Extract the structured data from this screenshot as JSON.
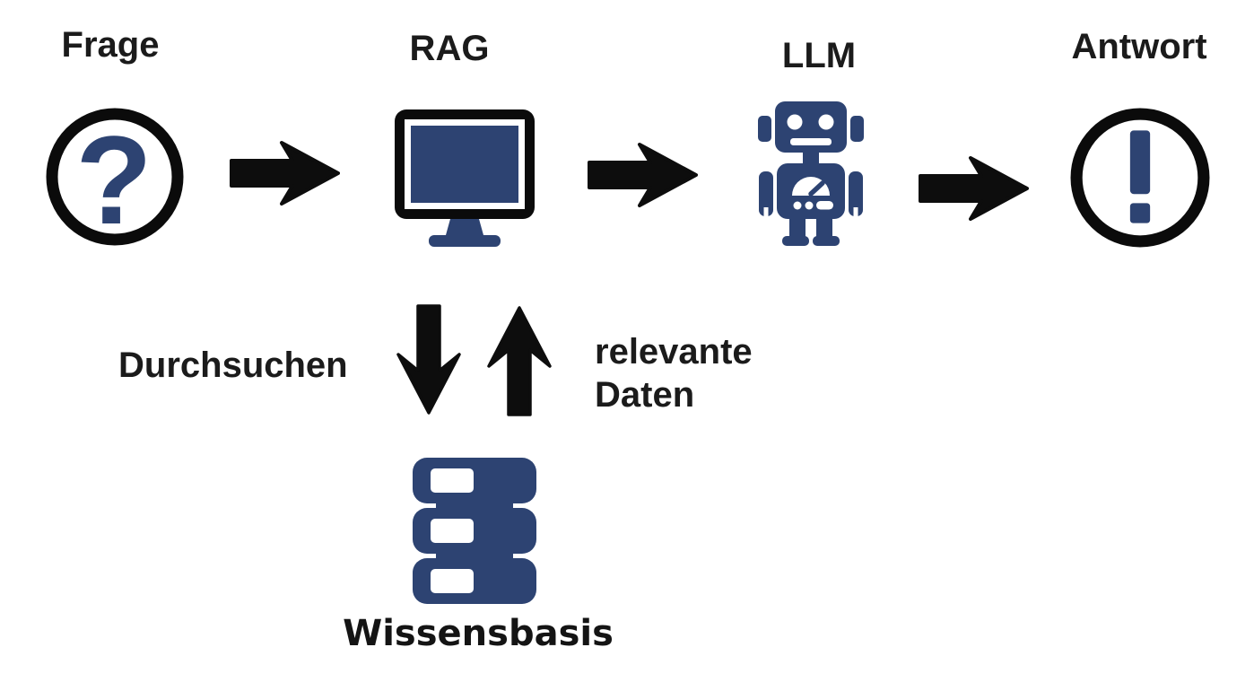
{
  "diagram": {
    "nodes": {
      "frage": {
        "label": "Frage",
        "icon": "question-circle-icon"
      },
      "rag": {
        "label": "RAG",
        "icon": "monitor-icon"
      },
      "llm": {
        "label": "LLM",
        "icon": "robot-icon"
      },
      "antwort": {
        "label": "Antwort",
        "icon": "exclamation-circle-icon"
      },
      "wissensbasis": {
        "label": "Wissensbasis",
        "icon": "database-icon"
      }
    },
    "edges": {
      "durchsuchen": {
        "label": "Durchsuchen",
        "direction": "down"
      },
      "relevante_daten": {
        "line1": "relevante",
        "line2": "Daten",
        "direction": "up"
      }
    },
    "icons": {
      "question_mark_glyph": "?"
    },
    "colors": {
      "icon_blue": "#2d4372",
      "arrow_black": "#0d0d0d",
      "text_black": "#1b1b1b",
      "background": "#ffffff"
    }
  }
}
